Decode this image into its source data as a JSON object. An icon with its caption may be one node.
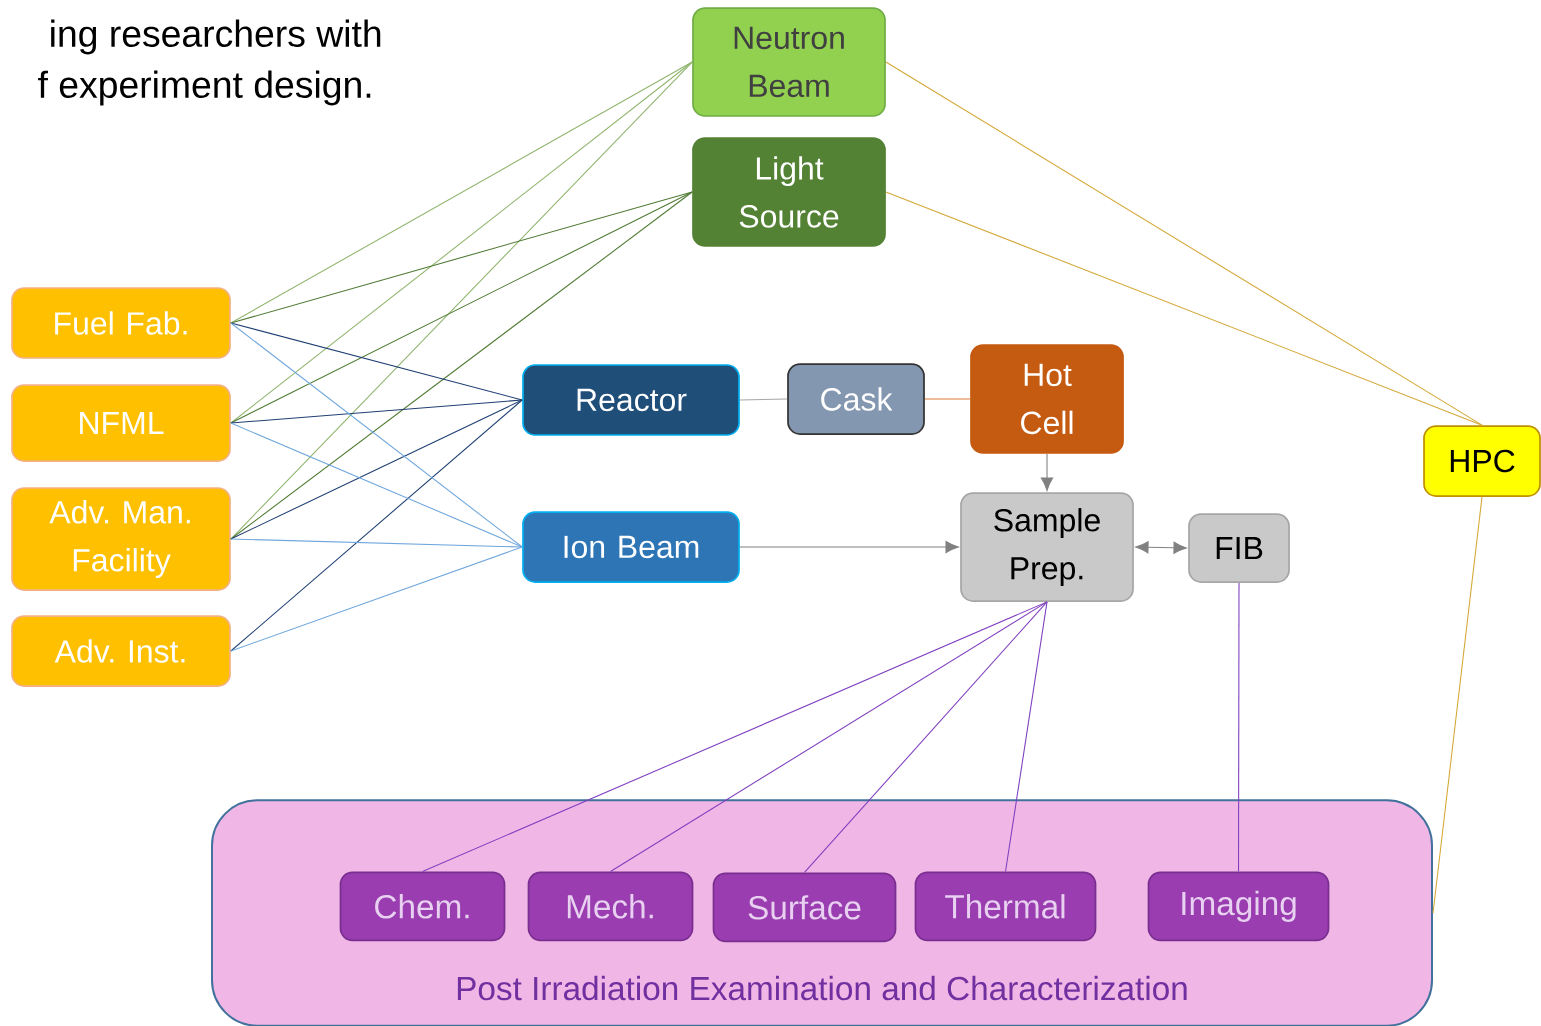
{
  "diagram": {
    "nodes": [
      {
        "text": [
          "Neutron Beam"
        ]
      },
      {
        "text": [
          "Light Source"
        ]
      },
      {
        "text": [
          "Fuel Fab."
        ]
      },
      {
        "text": [
          "NFML"
        ]
      },
      {
        "text": [
          "Adv. Man. Facility"
        ]
      },
      {
        "text": [
          "Adv. Inst."
        ]
      },
      {
        "text": [
          "Reactor"
        ]
      },
      {
        "text": [
          "Ion Beam"
        ]
      },
      {
        "text": [
          "Cask"
        ]
      },
      {
        "text": [
          "Hot Cell"
        ]
      },
      {
        "text": [
          "Sample Prep."
        ]
      },
      {
        "text": [
          "FIB"
        ]
      },
      {
        "text": [
          "HPC"
        ]
      },
      {
        "text": [
          "Post Irradiation Examination and Characterization"
        ]
      },
      {
        "text": [
          "Chem."
        ],
        "in": 13
      },
      {
        "text": [
          "Mech."
        ],
        "in": 13
      },
      {
        "text": [
          "Surface"
        ],
        "in": 13
      },
      {
        "text": [
          "Thermal"
        ],
        "in": 13
      },
      {
        "text": [
          "Imaging"
        ],
        "in": 13
      }
    ],
    "edges": [
      {
        "from": 2,
        "to": 0,
        "arrow": "none",
        "color": "#8fb46c"
      },
      {
        "from": 3,
        "to": 0,
        "arrow": "none",
        "color": "#8fb46c"
      },
      {
        "from": 4,
        "to": 0,
        "arrow": "none",
        "color": "#8fb46c"
      },
      {
        "from": 2,
        "to": 1,
        "arrow": "none",
        "color": "#4f7a33"
      },
      {
        "from": 3,
        "to": 1,
        "arrow": "none",
        "color": "#4f7a33"
      },
      {
        "from": 4,
        "to": 1,
        "arrow": "none",
        "color": "#4f7a33"
      },
      {
        "from": 2,
        "to": 6,
        "arrow": "none",
        "color": "#1f3f73"
      },
      {
        "from": 3,
        "to": 6,
        "arrow": "none",
        "color": "#1f3f73"
      },
      {
        "from": 4,
        "to": 6,
        "arrow": "none",
        "color": "#1f3f73"
      },
      {
        "from": 5,
        "to": 6,
        "arrow": "none",
        "color": "#1f3f73"
      },
      {
        "from": 2,
        "to": 7,
        "arrow": "none",
        "color": "#6fa7dc"
      },
      {
        "from": 3,
        "to": 7,
        "arrow": "none",
        "color": "#6fa7dc"
      },
      {
        "from": 4,
        "to": 7,
        "arrow": "none",
        "color": "#6fa7dc"
      },
      {
        "from": 5,
        "to": 7,
        "arrow": "none",
        "color": "#6fa7dc"
      },
      {
        "from": 6,
        "to": 8,
        "arrow": "none",
        "color": "#a6a6a6"
      },
      {
        "from": 8,
        "to": 9,
        "arrow": "none",
        "color": "#e07b39"
      },
      {
        "from": 9,
        "to": 10,
        "arrow": "to",
        "color": "#808080"
      },
      {
        "from": 7,
        "to": 10,
        "arrow": "to",
        "color": "#808080"
      },
      {
        "from": 10,
        "to": 11,
        "arrow": "both",
        "color": "#808080"
      },
      {
        "from": 10,
        "to": 14,
        "arrow": "none"
      },
      {
        "from": 10,
        "to": 15,
        "arrow": "none"
      },
      {
        "from": 10,
        "to": 16,
        "arrow": "none"
      },
      {
        "from": 10,
        "to": 17,
        "arrow": "none"
      },
      {
        "from": 11,
        "to": 18,
        "arrow": "none"
      },
      {
        "from": 0,
        "to": 12,
        "arrow": "none",
        "color": "#d4a838"
      },
      {
        "from": 1,
        "to": 12,
        "arrow": "none",
        "color": "#d4a838"
      },
      {
        "from": 12,
        "to": 13,
        "arrow": "none",
        "color": "#d4a838"
      }
    ],
    "labels": [
      "ing researchers with",
      "f experiment design."
    ]
  }
}
